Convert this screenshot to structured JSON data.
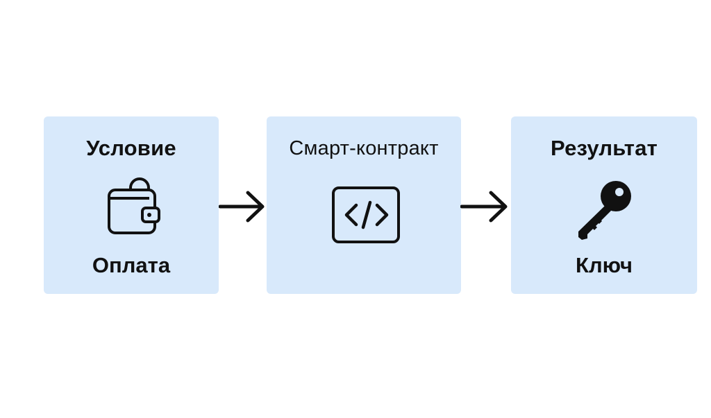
{
  "steps": [
    {
      "title": "Условие",
      "icon": "wallet-icon",
      "label": "Оплата"
    },
    {
      "title": "Смарт-контракт",
      "icon": "code-icon",
      "label": ""
    },
    {
      "title": "Результат",
      "icon": "key-icon",
      "label": "Ключ"
    }
  ],
  "colors": {
    "box_fill": "#d8e9fb",
    "stroke": "#111111",
    "background": "#ffffff"
  },
  "connectors": [
    "arrow-right-icon",
    "arrow-right-icon"
  ]
}
